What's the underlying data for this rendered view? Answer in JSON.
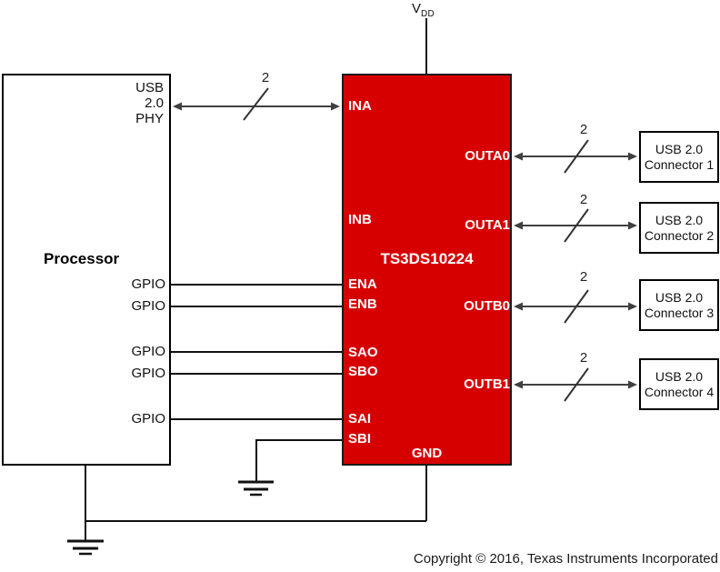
{
  "diagram": {
    "copyright": "Copyright © 2016, Texas Instruments Incorporated",
    "bus_width_label": "2",
    "power": {
      "vdd_main": "V",
      "vdd_sub": "DD"
    },
    "processor": {
      "label": "Processor",
      "phy_block": "USB\n2.0\nPHY",
      "gpio_label": "GPIO"
    },
    "chip": {
      "name": "TS3DS10224",
      "fill_color": "#d70000",
      "pins": {
        "ina": "INA",
        "inb": "INB",
        "ena": "ENA",
        "enb": "ENB",
        "sao": "SAO",
        "sbo": "SBO",
        "sai": "SAI",
        "sbi": "SBI",
        "gnd": "GND",
        "outa0": "OUTA0",
        "outa1": "OUTA1",
        "outb0": "OUTB0",
        "outb1": "OUTB1"
      }
    },
    "connectors": [
      {
        "line1": "USB 2.0",
        "line2": "Connector 1"
      },
      {
        "line1": "USB 2.0",
        "line2": "Connector 2"
      },
      {
        "line1": "USB 2.0",
        "line2": "Connector 3"
      },
      {
        "line1": "USB 2.0",
        "line2": "Connector 4"
      }
    ]
  }
}
